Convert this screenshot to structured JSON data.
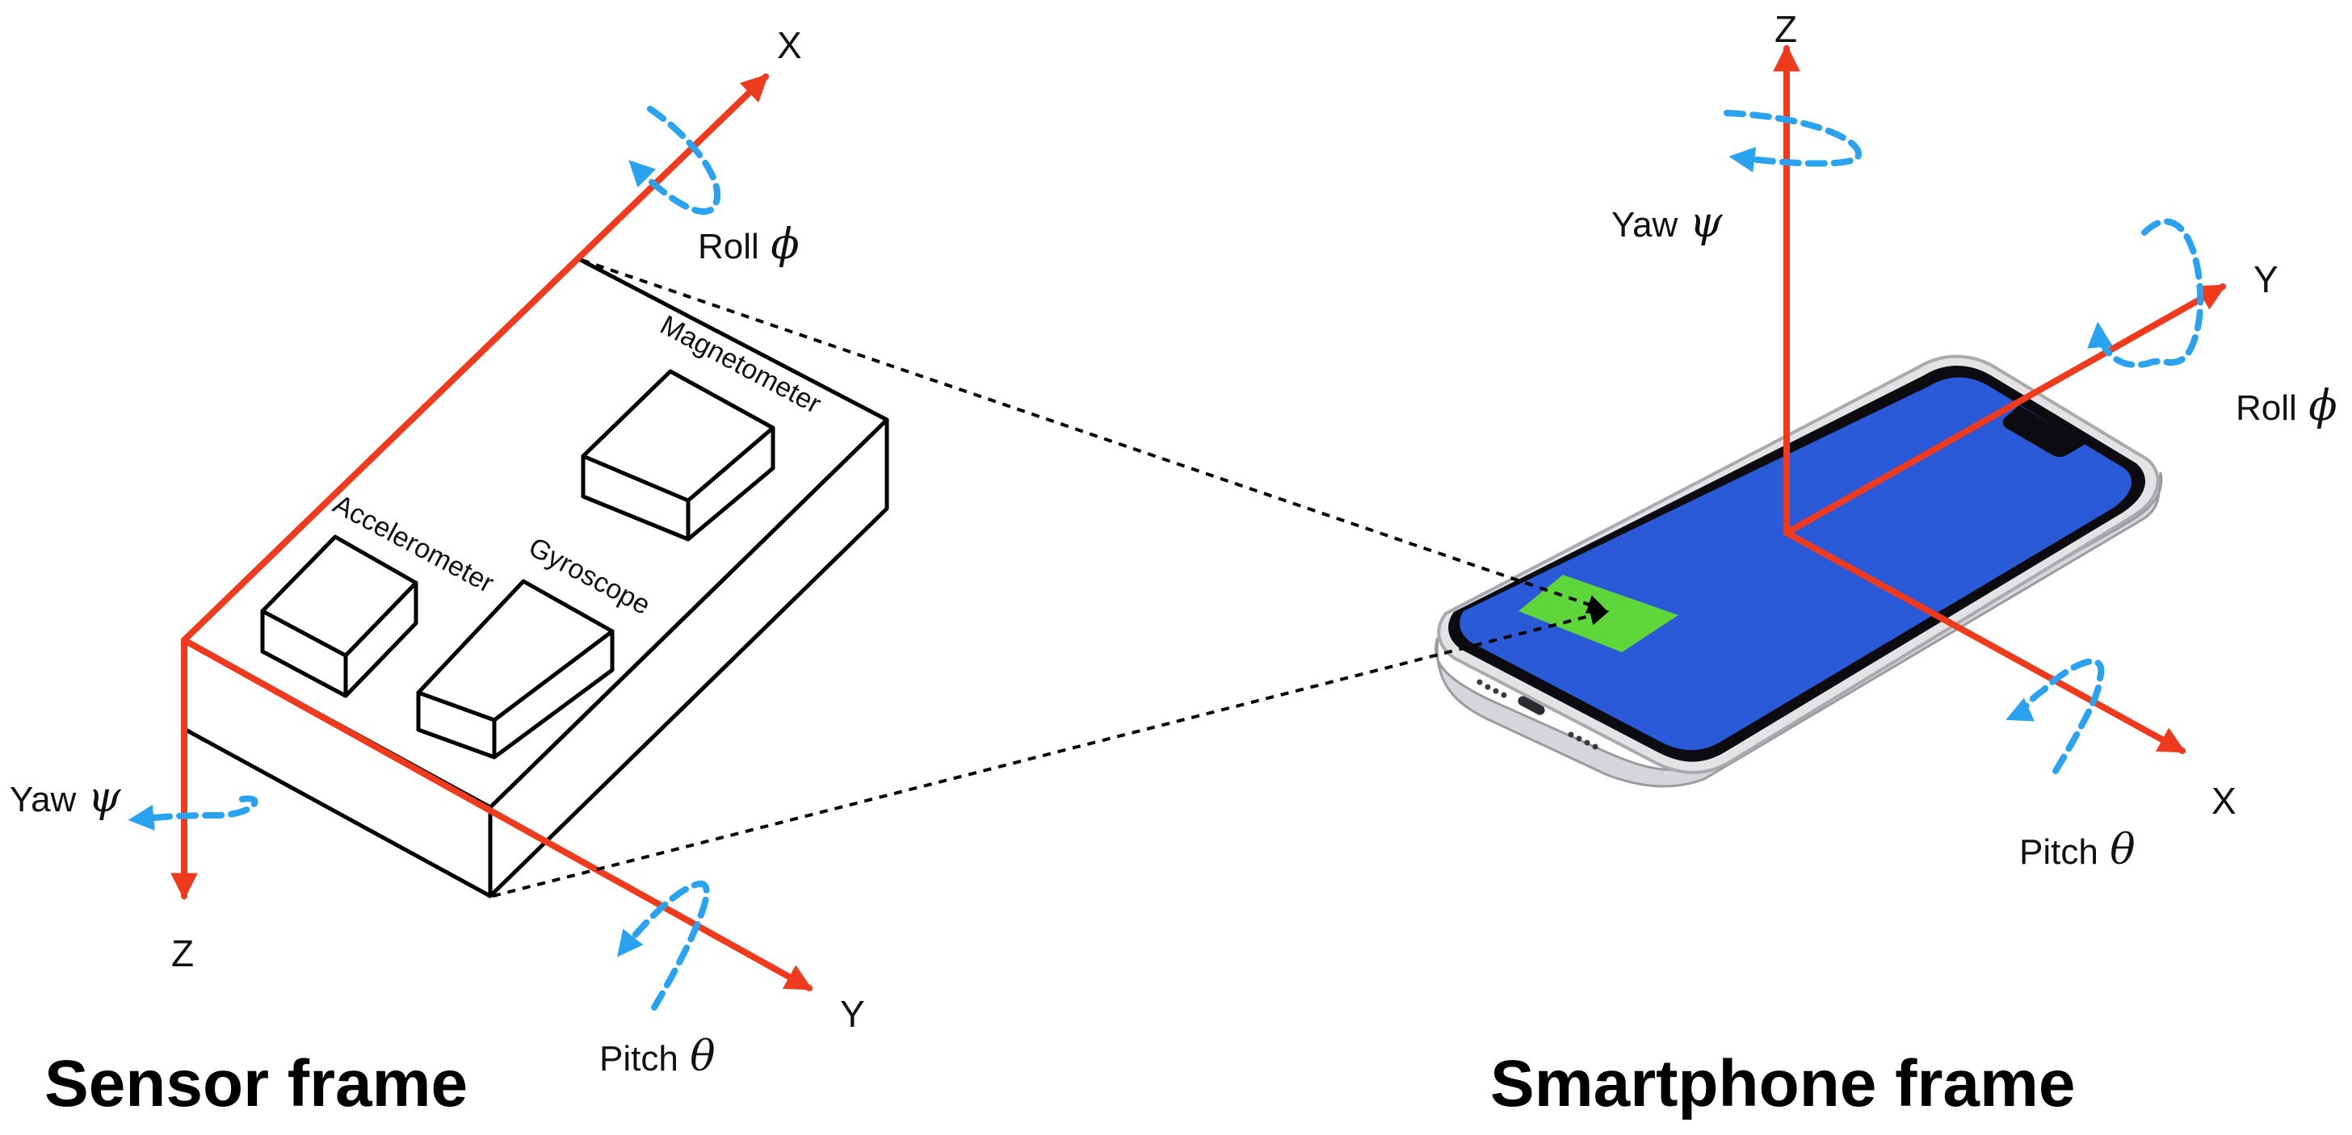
{
  "colors": {
    "axis": "#f03a1e",
    "rotation": "#29a3ef",
    "outline": "#000000",
    "screen": "#2a5ad8",
    "chip": "#5ed63a",
    "phone_body": "#e3e3e6"
  },
  "sensor_frame": {
    "title": "Sensor frame",
    "axes": {
      "x": "X",
      "y": "Y",
      "z": "Z"
    },
    "rotations": {
      "roll": {
        "text": "Roll",
        "symbol": "ϕ"
      },
      "pitch": {
        "text": "Pitch",
        "symbol": "θ"
      },
      "yaw": {
        "text": "Yaw",
        "symbol": "ψ"
      }
    },
    "components": {
      "magnetometer": "Magnetometer",
      "accelerometer": "Accelerometer",
      "gyroscope": "Gyroscope"
    }
  },
  "smartphone_frame": {
    "title": "Smartphone frame",
    "axes": {
      "x": "X",
      "y": "Y",
      "z": "Z"
    },
    "rotations": {
      "roll": {
        "text": "Roll",
        "symbol": "ϕ"
      },
      "pitch": {
        "text": "Pitch",
        "symbol": "θ"
      },
      "yaw": {
        "text": "Yaw",
        "symbol": "ψ"
      }
    }
  }
}
